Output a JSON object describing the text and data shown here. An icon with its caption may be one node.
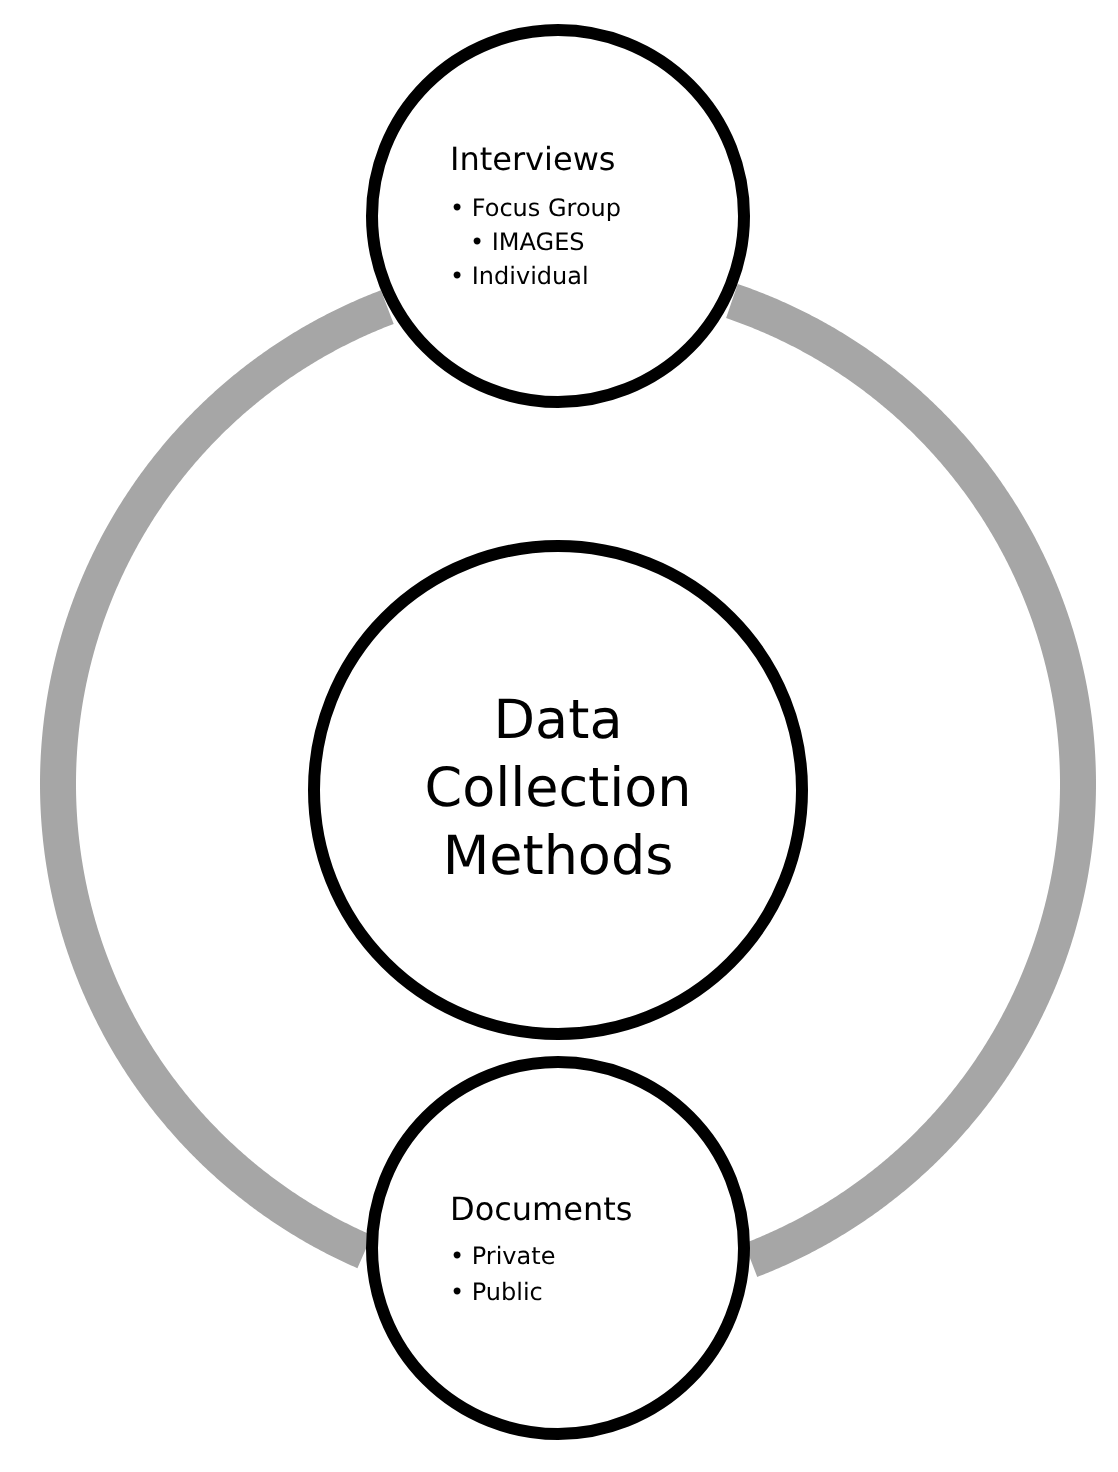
{
  "diagram": {
    "nodes": [
      {
        "text": [
          "Data Collection Methods"
        ]
      },
      {
        "text": [
          "Interviews",
          "• Focus Group",
          "• IMAGES",
          "• Individual"
        ]
      },
      {
        "text": [
          "Documents",
          "• Private",
          "• Public"
        ]
      }
    ],
    "edges": [
      {
        "from": 1,
        "to": 2,
        "arrow": "none"
      },
      {
        "from": 1,
        "to": 2,
        "arrow": "none"
      }
    ]
  }
}
